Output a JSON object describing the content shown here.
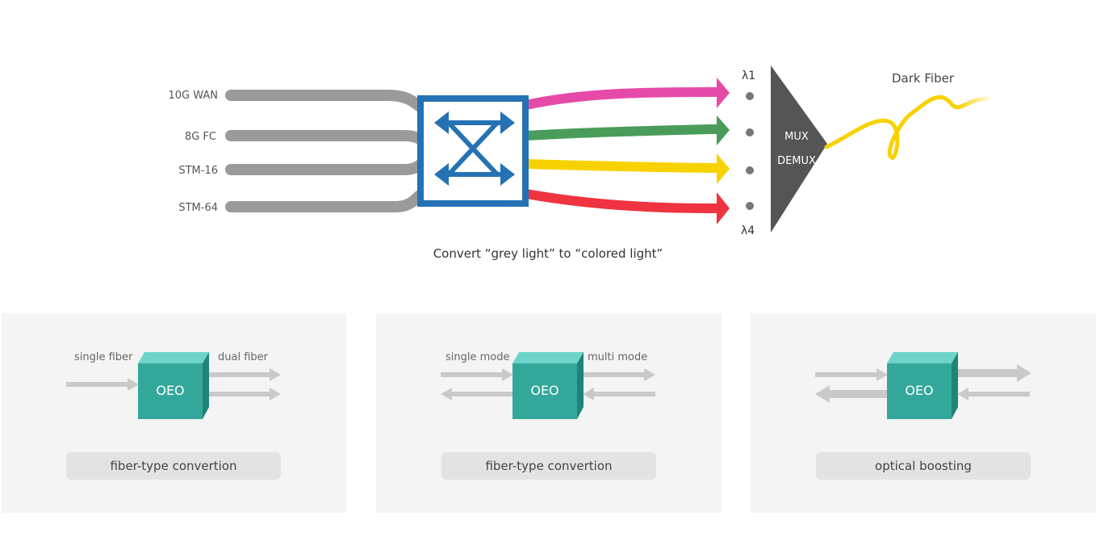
{
  "top": {
    "inputs": [
      "10G WAN",
      "8G FC",
      "STM-16",
      "STM-64"
    ],
    "lambda_top": "λ1",
    "lambda_bottom": "λ4",
    "mux_label": "MUX",
    "demux_label": "DEMUX",
    "fiber_label": "Dark Fiber",
    "caption": "Convert “grey light” to “colored light”",
    "colors": {
      "switch": "#2472b3",
      "grey": "#9a9a9a",
      "magenta": "#e64aa8",
      "green": "#4a9c5a",
      "yellow": "#f7d200",
      "red": "#ef3340",
      "mux": "#555555",
      "fiber": "#f7d200"
    }
  },
  "panels": [
    {
      "left_label": "single fiber",
      "right_label": "dual fiber",
      "box_label": "OEO",
      "caption": "fiber-type convertion"
    },
    {
      "left_label": "single mode",
      "right_label": "multi mode",
      "box_label": "OEO",
      "caption": "fiber-type convertion"
    },
    {
      "left_label": "",
      "right_label": "",
      "box_label": "OEO",
      "caption": "optical boosting"
    }
  ],
  "colors": {
    "oeo_front": "#33a89a",
    "oeo_top": "#6ed3c8",
    "oeo_side": "#1f8478",
    "arrow": "#c9c9c9",
    "panel_bg": "#f4f4f4"
  }
}
